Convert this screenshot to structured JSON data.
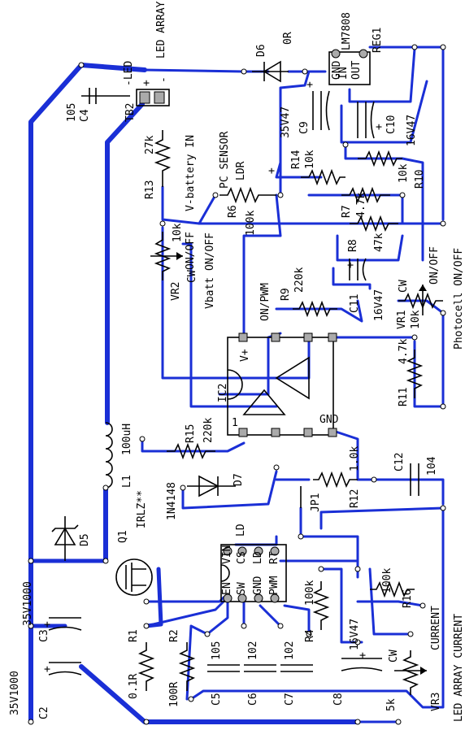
{
  "colors": {
    "wire": "#1a2fd6",
    "component": "#000000",
    "node": "#ffffff",
    "pad": "#aaaaaa"
  },
  "labels": {
    "led_array": "LED ARRAY",
    "d6": "D6",
    "d6_val": "0R",
    "lm7808": "LM7808",
    "reg1": "REG1",
    "reg_out": "OUT",
    "reg_gnd": "GND",
    "reg_in": "IN",
    "minus_led": "-LED",
    "plus": "+",
    "minus": "-",
    "c4": "C4",
    "c4_val": "105",
    "tb2": "TB2",
    "c9": "C9",
    "c9_val": "35V47",
    "c10": "C10",
    "c10_val": "16V47",
    "r13": "R13",
    "r13_val": "27k",
    "vbattery_in": "V-battery IN",
    "pc_sensor": "PC SENSOR",
    "ldr": "LDR",
    "r14": "R14",
    "r14_val": "10k",
    "r6": "R6",
    "r6_val": "100k",
    "r10": "R10",
    "r10_val": "10k",
    "r7": "R7",
    "r7_val": "4.7k",
    "photocell": "Photocell ON/OFF",
    "vr2_val": "10k",
    "vr2": "VR2",
    "cw": "CW",
    "vbatt_onoff": "Vbatt ON/OFF",
    "on_off": "ON/OFF",
    "r8": "R8",
    "r8_val": "47k",
    "r9": "R9",
    "r9_val": "220k",
    "on_pwm": "ON/PWM",
    "c11": "C11",
    "c11_val": "16V47",
    "vr1": "VR1",
    "vr1_val": "10k",
    "ic2": "IC2",
    "gnd": "GND",
    "vplus": "V+",
    "r11": "R11",
    "r11_val": "4.7k",
    "r15": "R15",
    "r15_val": "220k",
    "l1": "L1",
    "l1_val": "100uH",
    "d7": "D7",
    "d7_val": "1N4148",
    "r12": "R12",
    "r12_val": "1.0k",
    "c12": "C12",
    "c12_val": "104",
    "q1": "Q1",
    "q1_val": "IRLZ**",
    "jp1": "JP1",
    "ld": "LD",
    "d5": "D5",
    "c3": "C3",
    "c3_val": "35V1000",
    "c2": "C2",
    "c2_val": "35V1000",
    "r1": "R1",
    "r1_val": "0.1R",
    "r2": "R2",
    "r2_val": "100R",
    "c5": "C5",
    "c5_val": "105",
    "c6": "C6",
    "c6_val": "102",
    "c7": "C7",
    "c7_val": "102",
    "c8": "C8",
    "c8_val": "16V47",
    "r4": "R4",
    "r4_val": "100k",
    "r16": "R16",
    "r16_val": "100k",
    "vr3": "VR3",
    "vr3_val": "5k",
    "current": "CURRENT",
    "led_array_current": "LED ARRAY CURRENT",
    "ld_pins": [
      "VIN",
      "CS",
      "LD",
      "RT",
      "EN",
      "SW",
      "GND",
      "PWM"
    ],
    "pin1": "1"
  }
}
